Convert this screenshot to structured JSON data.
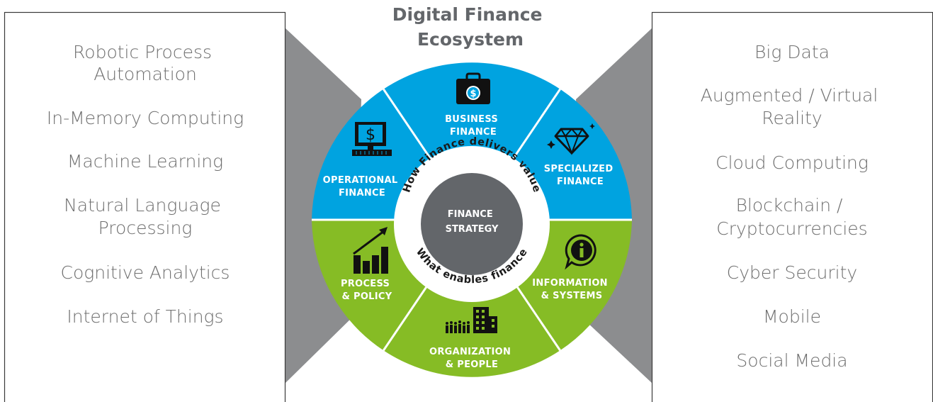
{
  "title": {
    "line1": "Digital Finance",
    "line2": "Ecosystem"
  },
  "left_panel": {
    "items": [
      {
        "lines": [
          "Robotic Process",
          "Automation"
        ]
      },
      {
        "lines": [
          "In-Memory Computing"
        ]
      },
      {
        "lines": [
          "Machine Learning"
        ]
      },
      {
        "lines": [
          "Natural Language",
          "Processing"
        ]
      },
      {
        "lines": [
          "Cognitive Analytics"
        ]
      },
      {
        "lines": [
          "Internet of Things"
        ]
      }
    ]
  },
  "right_panel": {
    "items": [
      {
        "lines": [
          "Big Data"
        ]
      },
      {
        "lines": [
          "Augmented / Virtual",
          "Reality"
        ]
      },
      {
        "lines": [
          "Cloud Computing"
        ]
      },
      {
        "lines": [
          "Blockchain /",
          "Cryptocurrencies"
        ]
      },
      {
        "lines": [
          "Cyber Security"
        ]
      },
      {
        "lines": [
          "Mobile"
        ]
      },
      {
        "lines": [
          "Social Media"
        ]
      }
    ]
  },
  "wheel": {
    "center": {
      "line1": "FINANCE",
      "line2": "STRATEGY"
    },
    "ring_top": "How Finance delivers value",
    "ring_bottom": "What enables finance",
    "segments": {
      "business_finance": {
        "line1": "BUSINESS",
        "line2": "FINANCE",
        "icon": "briefcase-dollar-icon"
      },
      "specialized_finance": {
        "line1": "SPECIALIZED",
        "line2": "FINANCE",
        "icon": "diamond-icon"
      },
      "operational_finance": {
        "line1": "OPERATIONAL",
        "line2": "FINANCE",
        "icon": "computer-dollar-icon"
      },
      "process_policy": {
        "line1": "PROCESS",
        "line2": "& POLICY",
        "icon": "growth-chart-icon"
      },
      "organization_people": {
        "line1": "ORGANIZATION",
        "line2": "& PEOPLE",
        "icon": "people-building-icon"
      },
      "information_systems": {
        "line1": "INFORMATION",
        "line2": "& SYSTEMS",
        "icon": "info-bubble-icon"
      }
    }
  },
  "colors": {
    "blue": "#00a3e0",
    "green": "#86bc25",
    "center_gray": "#63666a",
    "connector_gray": "#8c8d8f",
    "panel_border": "#3a3a3a",
    "text_gray": "#6f6f6f"
  }
}
